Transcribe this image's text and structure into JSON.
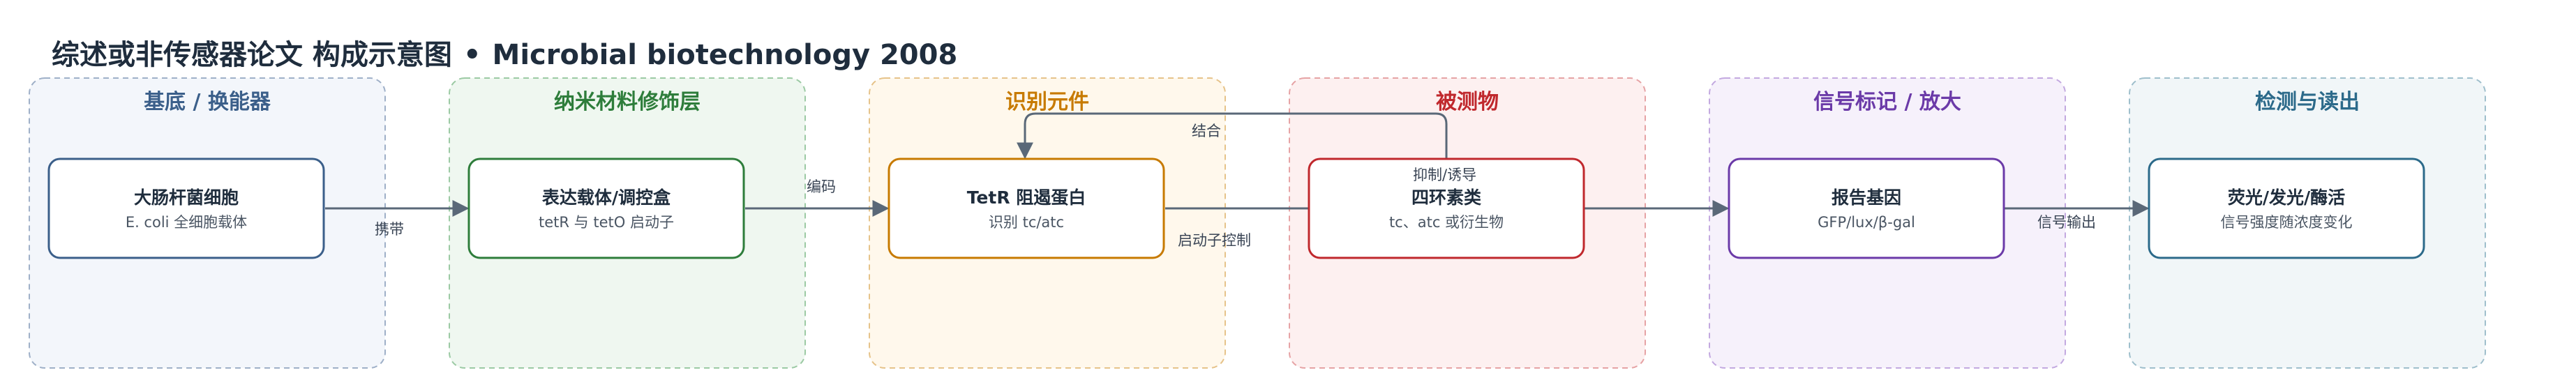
{
  "title": {
    "main": "综述或非传感器论文 构成示意图",
    "separator": "•",
    "source": "Microbial biotechnology 2008"
  },
  "columns": [
    {
      "label": "基底 / 换能器",
      "color": "#3b5f8a",
      "bg": "#f3f6fb",
      "border": "#9fb0c8"
    },
    {
      "label": "纳米材料修饰层",
      "color": "#2e7d3b",
      "bg": "#eff7f0",
      "border": "#9ccaa4"
    },
    {
      "label": "识别元件",
      "color": "#c77a00",
      "bg": "#fff8ec",
      "border": "#e6c38a"
    },
    {
      "label": "被测物",
      "color": "#c0282d",
      "bg": "#fdf0f0",
      "border": "#e6a3a5"
    },
    {
      "label": "信号标记 / 放大",
      "color": "#6b3aa8",
      "bg": "#f6f1fb",
      "border": "#c3a9e0"
    },
    {
      "label": "检测与读出",
      "color": "#2c6a8a",
      "bg": "#f1f6f8",
      "border": "#9fbfcc"
    }
  ],
  "nodes": [
    {
      "title": "大肠杆菌细胞",
      "sub": "E. coli 全细胞载体",
      "color": "#3b5f8a"
    },
    {
      "title": "表达载体/调控盒",
      "sub": "tetR 与 tetO 启动子",
      "color": "#2e7d3b"
    },
    {
      "title": "TetR 阻遏蛋白",
      "sub": "识别 tc/atc",
      "color": "#c77a00"
    },
    {
      "title": "四环素类",
      "sub": "tc、atc 或衍生物",
      "color": "#c0282d"
    },
    {
      "title": "报告基因",
      "sub": "GFP/lux/β-gal",
      "color": "#6b3aa8"
    },
    {
      "title": "荧光/发光/酶活",
      "sub": "信号强度随浓度变化",
      "color": "#2c6a8a"
    }
  ],
  "edges": {
    "carry": "携带",
    "encode": "编码",
    "bind": "结合",
    "repress_induce": "抑制/诱导",
    "promoter_control": "启动子控制",
    "signal_output": "信号输出"
  },
  "colors": {
    "edge": "#5a6878",
    "node_bg": "#ffffff"
  }
}
